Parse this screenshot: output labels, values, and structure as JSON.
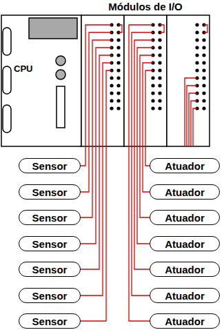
{
  "diagram": {
    "nodes": [
      {
        "text": [
          "Sensor"
        ]
      },
      {
        "text": [
          "Sensor"
        ]
      },
      {
        "text": [
          "Sensor"
        ]
      },
      {
        "text": [
          "Sensor"
        ]
      },
      {
        "text": [
          "Sensor"
        ]
      },
      {
        "text": [
          "Sensor"
        ]
      },
      {
        "text": [
          "Sensor"
        ]
      },
      {
        "text": [
          "Atuador"
        ]
      },
      {
        "text": [
          "Atuador"
        ]
      },
      {
        "text": [
          "Atuador"
        ]
      },
      {
        "text": [
          "Atuador"
        ]
      },
      {
        "text": [
          "Atuador"
        ]
      },
      {
        "text": [
          "Atuador"
        ]
      },
      {
        "text": [
          "Atuador"
        ]
      }
    ],
    "labels": [
      "Módulos de I/O",
      "CPU"
    ]
  }
}
